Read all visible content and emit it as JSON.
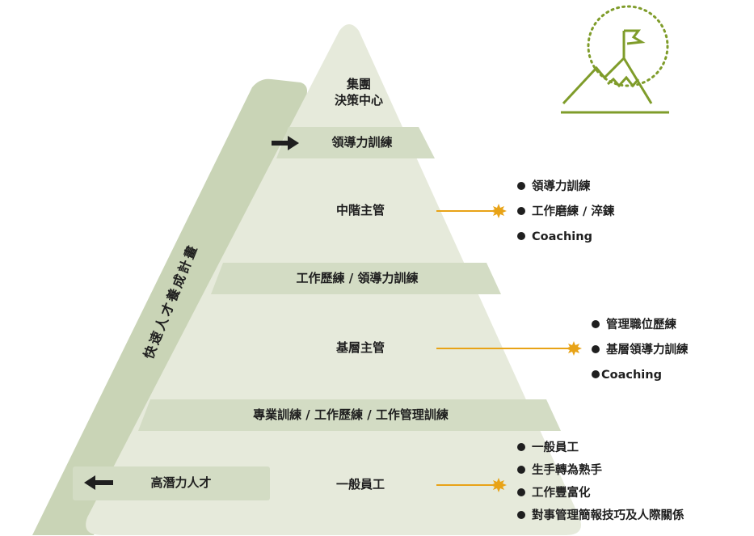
{
  "pyramid": {
    "levels": [
      {
        "id": "top",
        "label": "集團\n決策中心"
      },
      {
        "id": "mid",
        "label": "中階主管"
      },
      {
        "id": "base",
        "label": "基層主管"
      },
      {
        "id": "staff",
        "label": "一般員工"
      }
    ],
    "bands": [
      {
        "id": "band1",
        "label": "領導力訓練"
      },
      {
        "id": "band2",
        "label": "工作歷練 / 領導力訓練"
      },
      {
        "id": "band3",
        "label": "專業訓練 / 工作歷練 / 工作管理訓練"
      }
    ]
  },
  "fast_track": {
    "label": "快速人才養成計畫",
    "high_potential_label": "高潛力人才"
  },
  "bullet_groups": {
    "mid": [
      "領導力訓練",
      "工作磨練 / 淬鍊",
      "Coaching"
    ],
    "base": [
      "管理職位歷練",
      "基層領導力訓練",
      "Coaching"
    ],
    "staff": [
      "一般員工",
      "生手轉為熟手",
      "工作豐富化",
      "對事管理簡報技巧及人際關係"
    ]
  },
  "colors": {
    "pyramid_fill": "#e6eadb",
    "band_fill": "#d3dcc4",
    "arch_fill": "#c9d4b6",
    "connector": "#e8a317",
    "icon": "#7f9c2a",
    "text": "#1f1f1f"
  },
  "icons": [
    "mountain-flag-icon",
    "arrow-right-icon",
    "arrow-left-icon",
    "starburst-icon"
  ]
}
